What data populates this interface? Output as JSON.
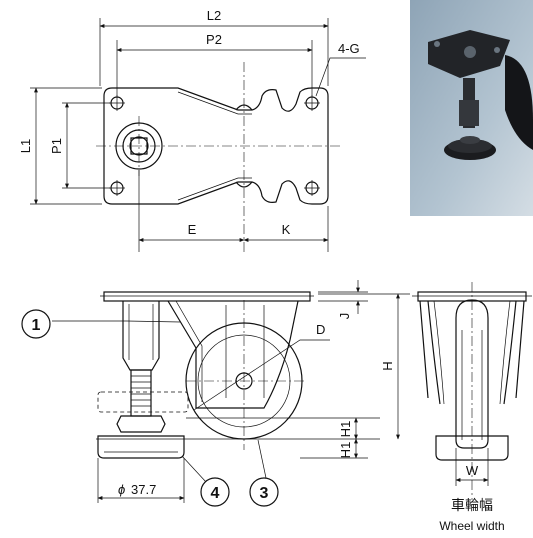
{
  "top_view": {
    "dim_L2": "L2",
    "dim_P2": "P2",
    "dim_L1": "L1",
    "dim_P1": "P1",
    "dim_E": "E",
    "dim_K": "K",
    "dim_4G": "4-G"
  },
  "side_view": {
    "dim_J": "J",
    "dim_H": "H",
    "dim_H1": "H1",
    "dim_D": "D",
    "dim_phi_prefix": "ϕ",
    "dim_phi_value": "37.7",
    "callout_1": "1",
    "callout_3": "3",
    "callout_4": "4"
  },
  "front_view": {
    "dim_W": "W",
    "label_jp": "車輪幅",
    "label_en": "Wheel width"
  },
  "colors": {
    "line": "#111111",
    "photo_bg": "#9fb3c3",
    "photo_dark": "#1c1e22"
  }
}
